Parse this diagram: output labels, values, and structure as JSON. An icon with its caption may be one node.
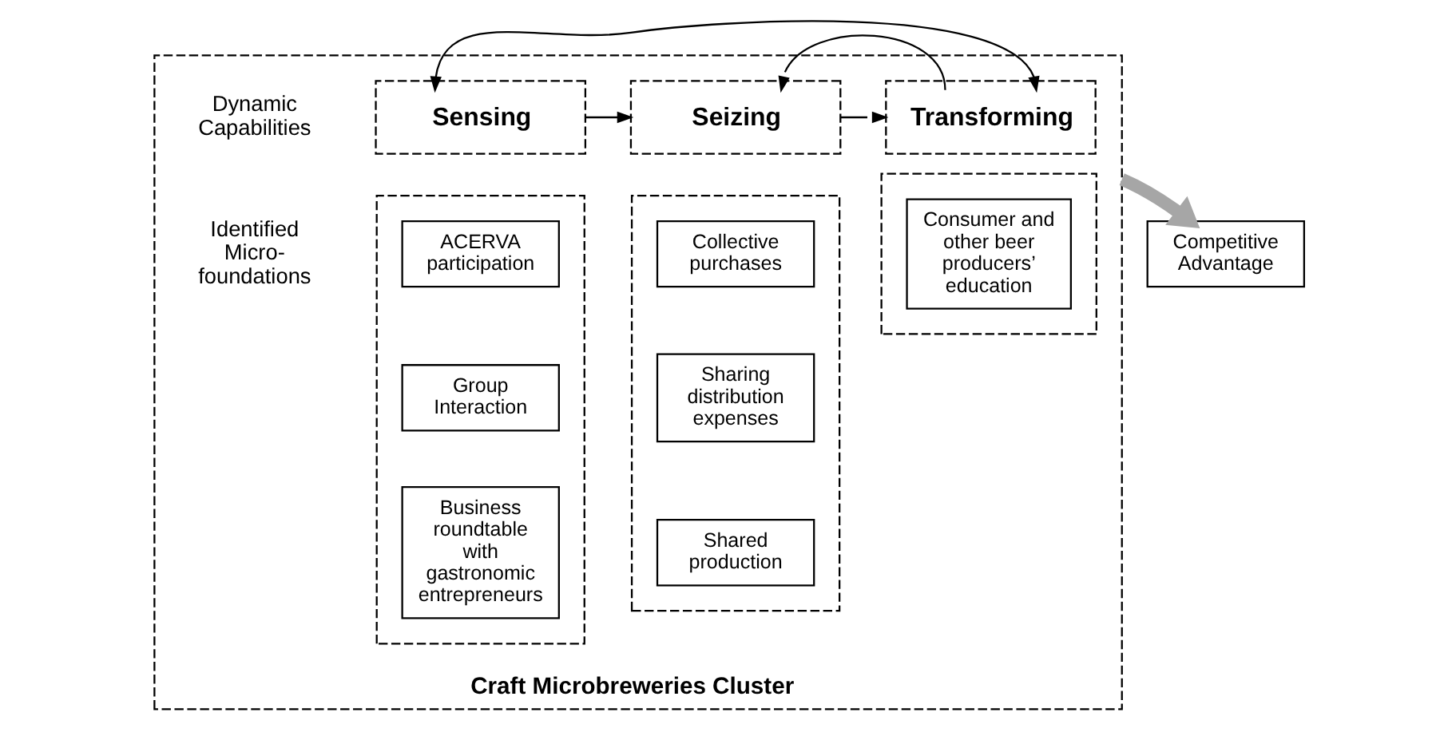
{
  "diagram": {
    "nodes": [
      {
        "text": [
          "Craft Microbreweries Cluster"
        ]
      },
      {
        "text": [
          "Sensing"
        ],
        "in": 0
      },
      {
        "text": [
          "Seizing"
        ],
        "in": 0
      },
      {
        "text": [
          "Transforming"
        ],
        "in": 0
      },
      {
        "text": [],
        "shape": "box",
        "in": 0
      },
      {
        "text": [
          "ACERVA participation"
        ],
        "in": 4
      },
      {
        "text": [
          "Group Interaction"
        ],
        "in": 4
      },
      {
        "text": [
          "Business roundtable with gastronomic entrepreneurs"
        ],
        "in": 4
      },
      {
        "text": [],
        "shape": "box",
        "in": 0
      },
      {
        "text": [
          "Collective purchases"
        ],
        "in": 8
      },
      {
        "text": [
          "Sharing distribution expenses"
        ],
        "in": 8
      },
      {
        "text": [
          "Shared production"
        ],
        "in": 8
      },
      {
        "text": [],
        "shape": "box",
        "in": 0
      },
      {
        "text": [
          "Consumer and other beer producers’ education"
        ],
        "in": 12
      },
      {
        "text": [
          "Competitive Advantage"
        ]
      }
    ],
    "edges": [
      {
        "from": 1,
        "to": 2,
        "arrow": "to"
      },
      {
        "from": 2,
        "to": 3,
        "arrow": "to"
      },
      {
        "from": 1,
        "to": 3,
        "arrow": "both"
      },
      {
        "from": 3,
        "to": 2,
        "arrow": "to"
      },
      {
        "from": 0,
        "to": 14,
        "arrow": "to",
        "style": "thick",
        "color": "#a6a6a6"
      }
    ],
    "labels": [
      "Dynamic Capabilities",
      "Identified Micro-foundations"
    ]
  }
}
